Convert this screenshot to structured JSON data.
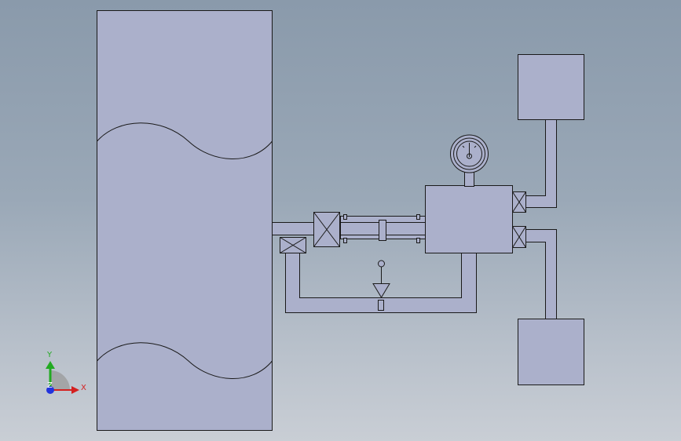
{
  "triad": {
    "x_label": "X",
    "y_label": "Y",
    "z_label": "Z",
    "x_color": "#d42020",
    "y_color": "#22aa22",
    "z_color": "#2233dd"
  },
  "icons": {
    "gauge": "pressure-gauge-icon",
    "valve": "gate-valve-icon",
    "check": "check-valve-icon"
  },
  "colors": {
    "part_fill": "#abb0cb",
    "outline": "#1a1a1a"
  }
}
